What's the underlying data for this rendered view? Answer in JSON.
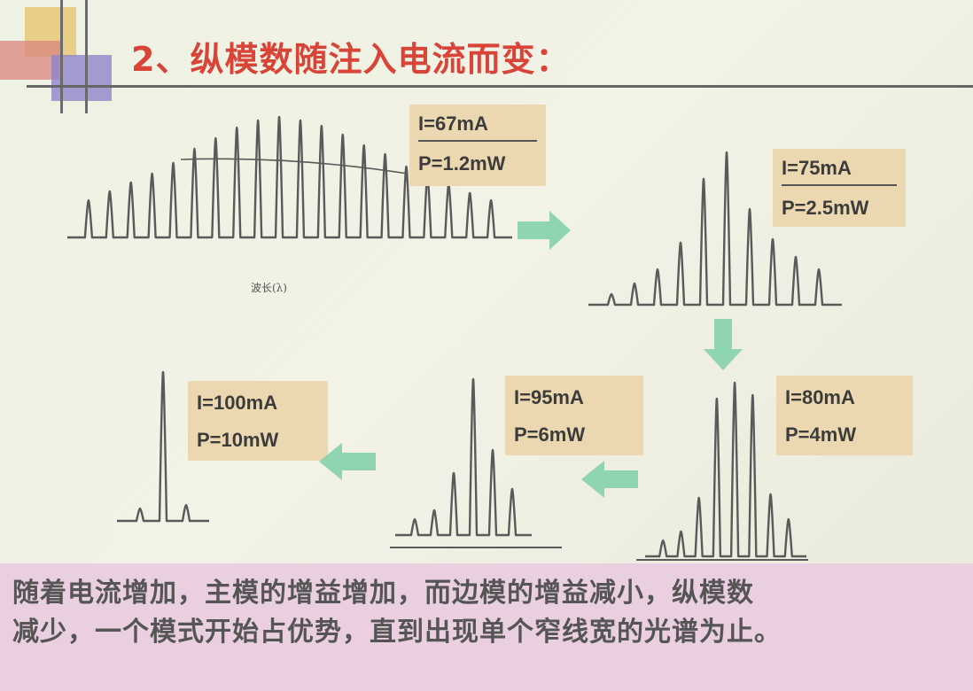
{
  "title": "2、纵模数随注入电流而变：",
  "axis_label": "波长(λ)",
  "panels": [
    {
      "current": "I=67mA",
      "power": "P=1.2mW"
    },
    {
      "current": "I=75mA",
      "power": "P=2.5mW"
    },
    {
      "current": "I=100mA",
      "power": "P=10mW"
    },
    {
      "current": "I=95mA",
      "power": "P=6mW"
    },
    {
      "current": "I=80mA",
      "power": "P=4mW"
    }
  ],
  "summary": {
    "line1": "随着电流增加，主模的增益增加，而边模的增益减小，纵模数",
    "line2": "减少，一个模式开始占优势，直到出现单个窄线宽的光谱为止。"
  },
  "colors": {
    "title": "#d84538",
    "label_box": "#ecd8b0",
    "arrow": "#7fd0a8",
    "bottom_panel": "#e9cfe0",
    "spectrum_line": "#5a5a5a"
  }
}
